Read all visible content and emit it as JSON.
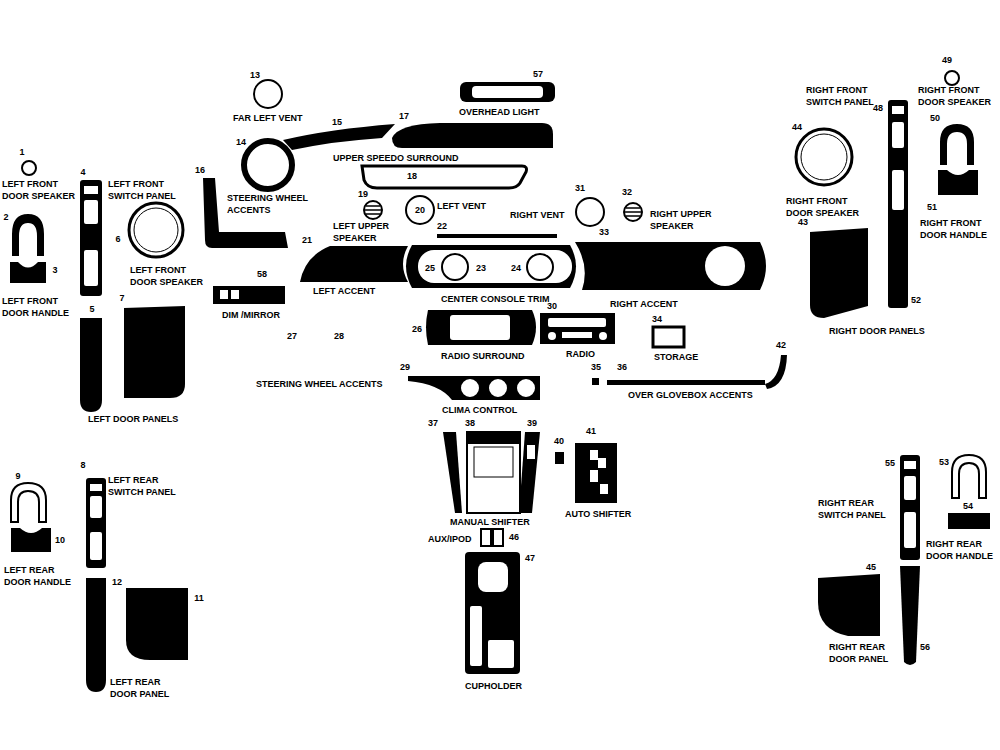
{
  "diagram": {
    "labels": [
      "1",
      "LEFT FRONT DOOR SPEAKER",
      "4",
      "LEFT FRONT SWITCH PANEL",
      "2",
      "3",
      "6",
      "LEFT FRONT DOOR SPEAKER",
      "LEFT FRONT DOOR HANDLE",
      "5",
      "7",
      "LEFT DOOR PANELS",
      "13",
      "FAR LEFT VENT",
      "14",
      "15",
      "17",
      "UPPER SPEEDO SURROUND",
      "16",
      "18",
      "STEERING WHEEL ACCENTS",
      "19",
      "20",
      "LEFT VENT",
      "LEFT UPPER SPEAKER",
      "21",
      "LEFT ACCENT",
      "58",
      "DIM /MIRROR",
      "27",
      "28",
      "STEERING WHEEL ACCENTS",
      "57",
      "OVERHEAD LIGHT",
      "22",
      "31",
      "RIGHT VENT",
      "32",
      "RIGHT UPPER SPEAKER",
      "33",
      "25",
      "23",
      "24",
      "CENTER CONSOLE TRIM",
      "RIGHT ACCENT",
      "26",
      "30",
      "RADIO SURROUND",
      "RADIO",
      "34",
      "STORAGE",
      "29",
      "35",
      "36",
      "42",
      "CLIMA CONTROL",
      "OVER GLOVEBOX ACCENTS",
      "37",
      "38",
      "39",
      "40",
      "41",
      "MANUAL SHIFTER",
      "AUTO SHIFTER",
      "AUX/IPOD",
      "46",
      "47",
      "CUPHOLDER",
      "49",
      "RIGHT FRONT SWITCH PANEL",
      "RIGHT FRONT DOOR SPEAKER",
      "48",
      "50",
      "44",
      "RIGHT FRONT DOOR SPEAKER",
      "43",
      "51",
      "RIGHT FRONT DOOR HANDLE",
      "52",
      "RIGHT DOOR PANELS",
      "55",
      "53",
      "RIGHT REAR SWITCH PANEL",
      "54",
      "RIGHT REAR DOOR HANDLE",
      "45",
      "RIGHT REAR DOOR PANEL",
      "56",
      "9",
      "8",
      "LEFT REAR SWITCH PANEL",
      "10",
      "LEFT REAR DOOR HANDLE",
      "12",
      "11",
      "LEFT REAR DOOR PANEL"
    ]
  }
}
